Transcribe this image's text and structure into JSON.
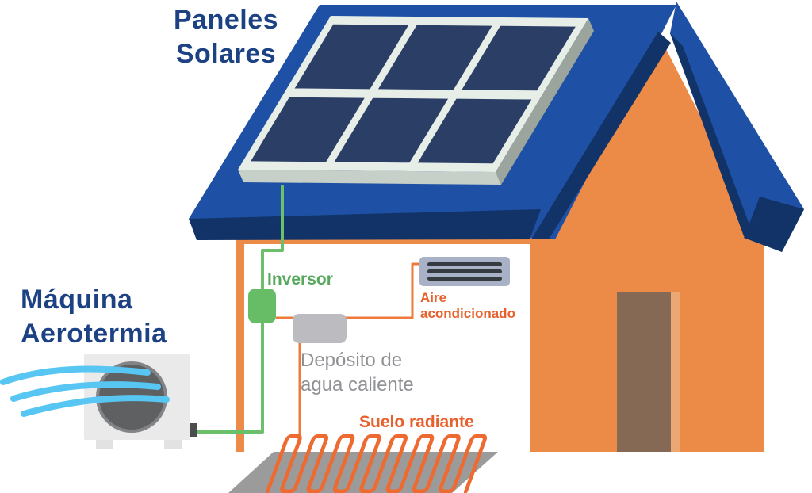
{
  "diagram_title": {
    "line1": "Paneles",
    "line2": "Solares"
  },
  "labels": {
    "machine": {
      "line1": "Máquina",
      "line2": "Aerotermia"
    },
    "inverter": "Inversor",
    "air_conditioning": {
      "line1": "Aire",
      "line2": "acondicionado"
    },
    "hot_water_tank": {
      "line1": "Depósito de",
      "line2": "agua caliente"
    },
    "radiant_floor": "Suelo radiante"
  },
  "colors": {
    "roof_blue": "#1e51a5",
    "roof_dark": "#123368",
    "wall_orange": "#ec8a47",
    "door_brown": "#856954",
    "door_light": "#eba874",
    "panel_frame": "#e7eee8",
    "panel_frame_side": "#c6cfc8",
    "panel_frame_side_dark": "#9ba49d",
    "panel_cell": "#2b3e66",
    "interior_white": "#ffffff",
    "wire_green": "#6cc06b",
    "inverter_green": "#66bd66",
    "wire_orange": "#ee7b3b",
    "pipe_orange": "#ed6b30",
    "tank_grey": "#bcbcc0",
    "ac_body": "#a9b1c7",
    "ac_vent": "#363b42",
    "machine_body": "#eaeaea",
    "machine_foot": "#e2e2e3",
    "fan_grey": "#5e6062",
    "fan_ring": "#828487",
    "wind_blue": "#57c6f3",
    "shadow_grey": "#9b9b9b",
    "label_blue": "#1c4283",
    "label_green": "#55a85c",
    "label_orange": "#e8602c",
    "label_grey": "#8f9195"
  }
}
